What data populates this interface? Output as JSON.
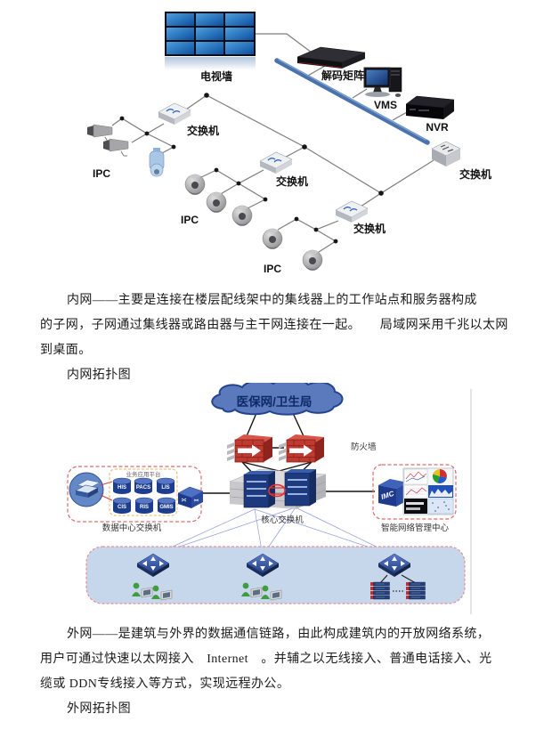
{
  "figure1": {
    "labels": {
      "tv_wall": "电视墙",
      "decoder_matrix": "解码矩阵",
      "vms": "VMS",
      "nvr": "NVR",
      "switch": "交换机",
      "ipc": "IPC"
    }
  },
  "figure2": {
    "labels": {
      "cloud": "医保网/卫生局",
      "firewall": "防火墙",
      "core_switch": "核心交换机",
      "datacenter_switch": "数据中心交换机",
      "app_platform": "业务应用平台",
      "management_center": "智能网络管理中心",
      "imc": "IMC",
      "databases": [
        "HIS",
        "PACS",
        "LIS",
        "CIS",
        "RIS",
        "GMIS"
      ]
    },
    "colors": {
      "cloud_fill": "#5b79bd",
      "firewall_red": "#bf3a30",
      "access_band": "#c7d7eb",
      "core_navy": "#1e3a7e"
    }
  },
  "paragraphs": {
    "intranet": {
      "lines": [
        "内网——主要是连接在楼层配线架中的集线器上的工作站点和服务器构成",
        "的子网，子网通过集线器或路由器与主干网连接在一起。　　局域网采用千兆以太网",
        "到桌面。",
        "内网拓扑图"
      ]
    },
    "extranet": {
      "lines": [
        "外网——是建筑与外界的数据通信链路，由此构成建筑内的开放网络系统，",
        "用户可通过快速以太网接入　Internet　。并辅之以无线接入、普通电话接入、光",
        "缆或 DDN专线接入等方式，实现远程办公。",
        "外网拓扑图"
      ]
    }
  }
}
